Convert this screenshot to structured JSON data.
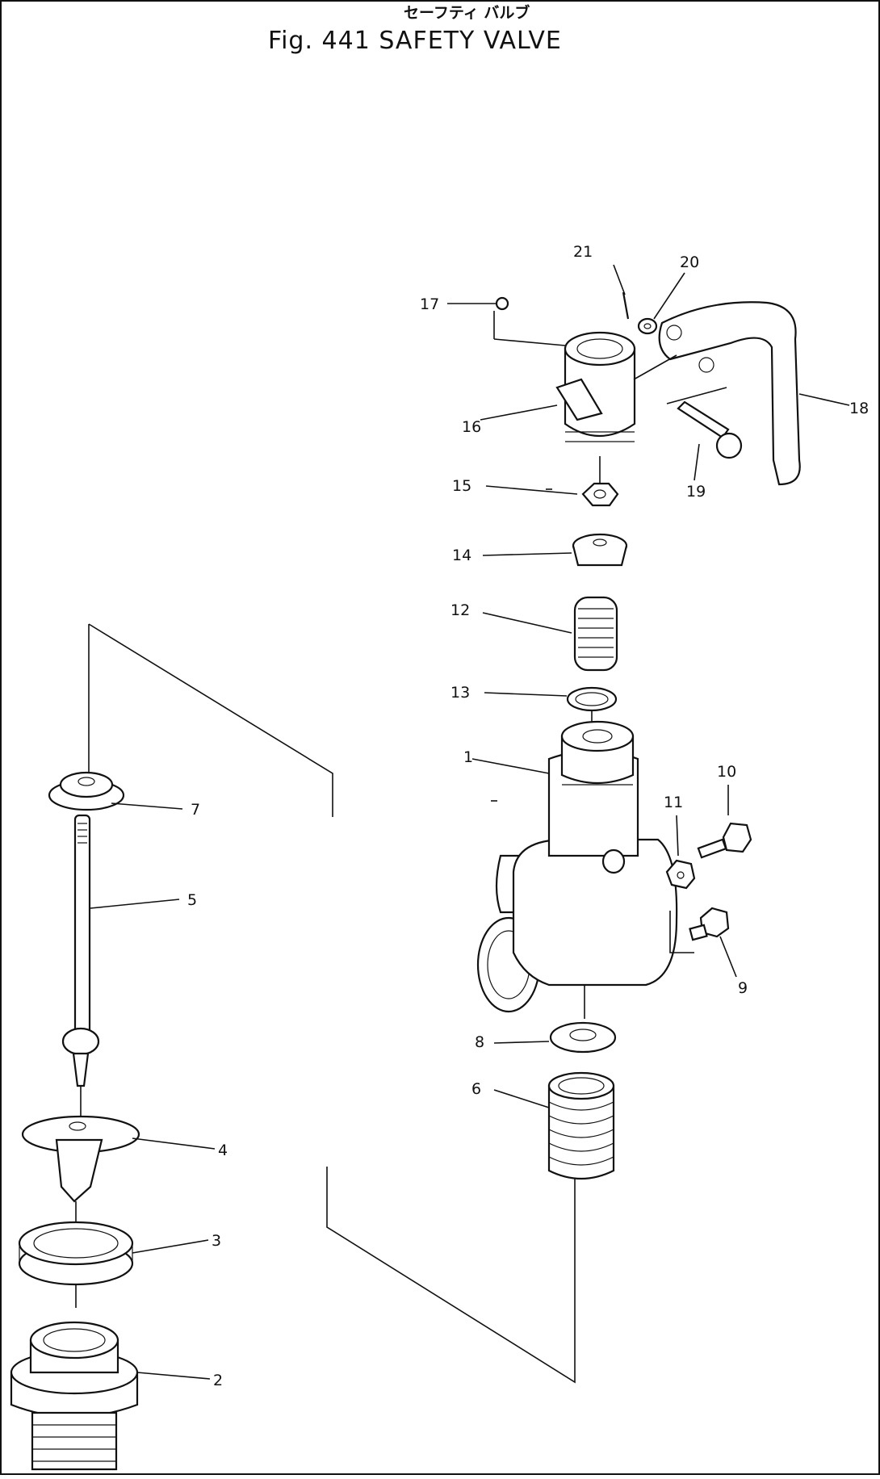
{
  "header": {
    "japanese_title": "セーフティ バルブ",
    "figure_title": "Fig. 441   SAFETY VALVE"
  },
  "callouts": {
    "c1": "1",
    "c2": "2",
    "c3": "3",
    "c4": "4",
    "c5": "5",
    "c6": "6",
    "c7": "7",
    "c8": "8",
    "c9": "9",
    "c10": "10",
    "c11": "11",
    "c12": "12",
    "c13": "13",
    "c14": "14",
    "c15": "15",
    "c16": "16",
    "c17": "17",
    "c18": "18",
    "c19": "19",
    "c20": "20",
    "c21": "21"
  }
}
